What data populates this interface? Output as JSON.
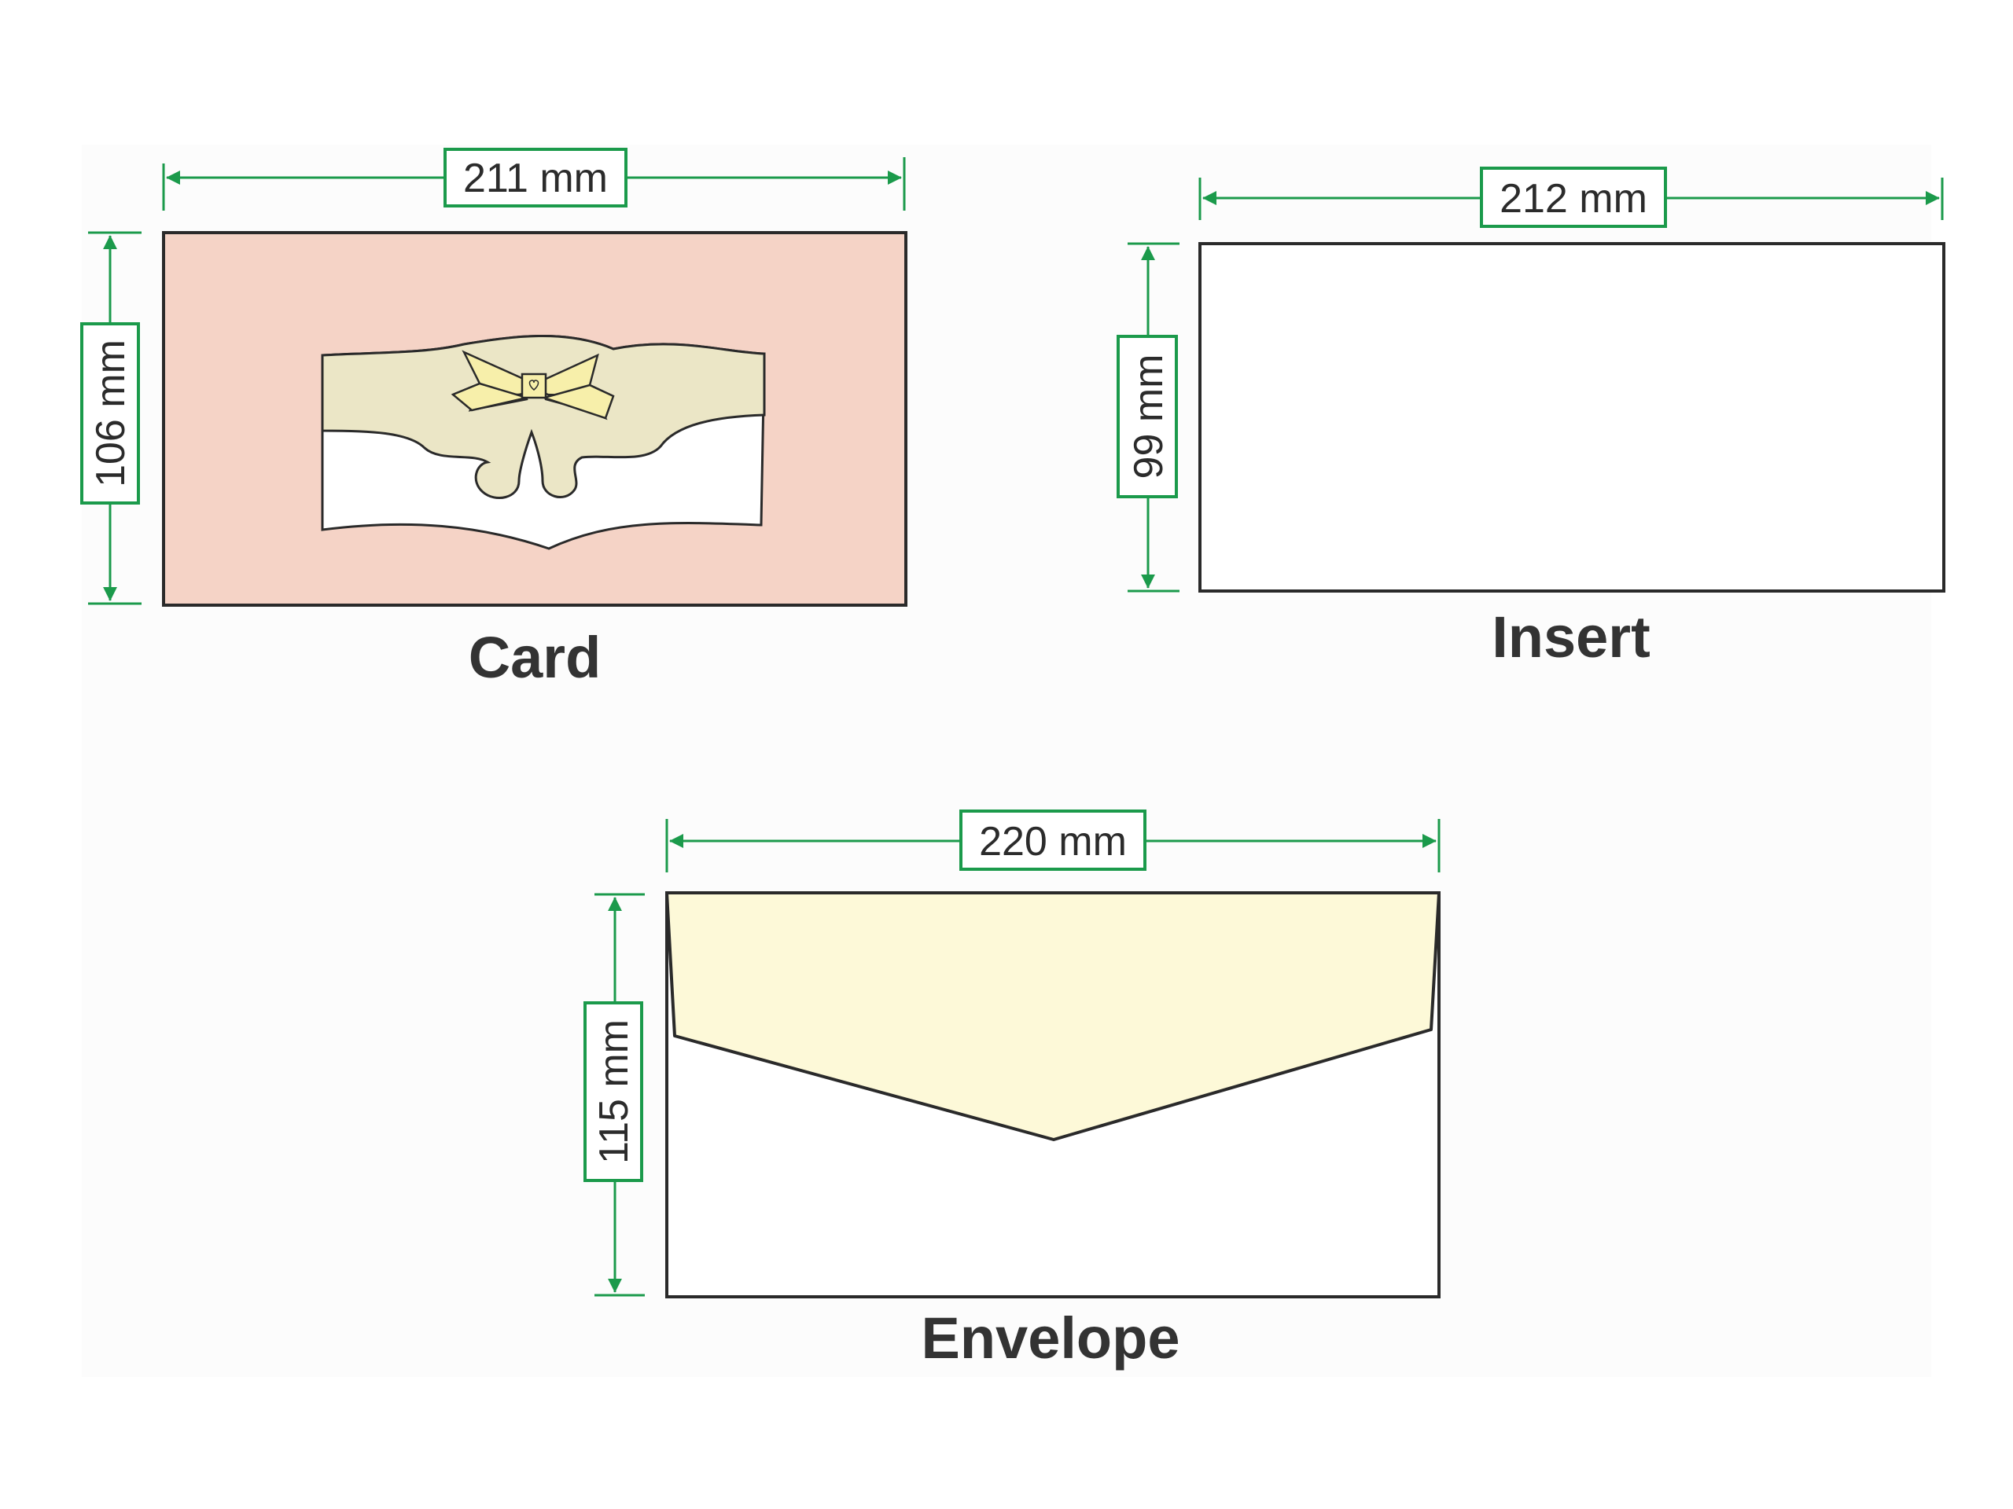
{
  "card": {
    "label": "Card",
    "width_text": "211 mm",
    "height_text": "106 mm",
    "colors": {
      "fill": "#f5d3c6",
      "band": "#ebe6c6",
      "bow": "#f7efaa"
    }
  },
  "insert": {
    "label": "Insert",
    "width_text": "212 mm",
    "height_text": "99 mm",
    "colors": {
      "fill": "#ffffff"
    }
  },
  "envelope": {
    "label": "Envelope",
    "width_text": "220 mm",
    "height_text": "115 mm",
    "colors": {
      "fill": "#ffffff",
      "flap": "#fdf9d8"
    }
  },
  "accent_color": "#1b9a4b",
  "outline_color": "#2a2a2a"
}
